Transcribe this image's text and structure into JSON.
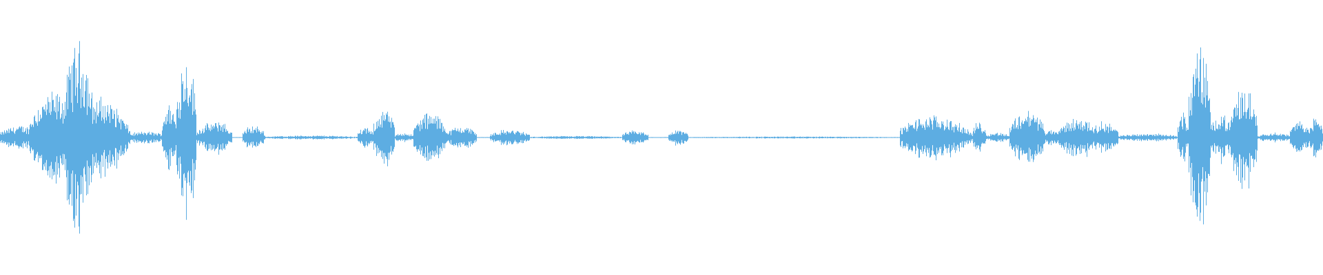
{
  "waveform": {
    "color": "#5DADE2",
    "background": "#ffffff",
    "amplitude_max": 1.0,
    "segments": [
      {
        "t0": 0.0,
        "t1": 0.03,
        "amp": 0.12
      },
      {
        "t0": 0.022,
        "t1": 0.06,
        "amp": 0.45
      },
      {
        "t0": 0.048,
        "t1": 0.07,
        "amp": 0.95
      },
      {
        "t0": 0.055,
        "t1": 0.095,
        "amp": 0.4
      },
      {
        "t0": 0.075,
        "t1": 0.098,
        "amp": 0.22
      },
      {
        "t0": 0.095,
        "t1": 0.125,
        "amp": 0.06
      },
      {
        "t0": 0.122,
        "t1": 0.133,
        "amp": 0.35
      },
      {
        "t0": 0.133,
        "t1": 0.148,
        "amp": 0.85
      },
      {
        "t0": 0.148,
        "t1": 0.175,
        "amp": 0.15
      },
      {
        "t0": 0.16,
        "t1": 0.172,
        "amp": 0.18
      },
      {
        "t0": 0.183,
        "t1": 0.2,
        "amp": 0.12
      },
      {
        "t0": 0.2,
        "t1": 0.27,
        "amp": 0.02
      },
      {
        "t0": 0.27,
        "t1": 0.282,
        "amp": 0.1
      },
      {
        "t0": 0.282,
        "t1": 0.298,
        "amp": 0.3
      },
      {
        "t0": 0.298,
        "t1": 0.312,
        "amp": 0.05
      },
      {
        "t0": 0.312,
        "t1": 0.338,
        "amp": 0.25
      },
      {
        "t0": 0.338,
        "t1": 0.36,
        "amp": 0.12
      },
      {
        "t0": 0.37,
        "t1": 0.4,
        "amp": 0.08
      },
      {
        "t0": 0.4,
        "t1": 0.47,
        "amp": 0.015
      },
      {
        "t0": 0.47,
        "t1": 0.49,
        "amp": 0.07
      },
      {
        "t0": 0.505,
        "t1": 0.52,
        "amp": 0.08
      },
      {
        "t0": 0.52,
        "t1": 0.68,
        "amp": 0.01
      },
      {
        "t0": 0.68,
        "t1": 0.73,
        "amp": 0.22
      },
      {
        "t0": 0.72,
        "t1": 0.735,
        "amp": 0.1
      },
      {
        "t0": 0.735,
        "t1": 0.745,
        "amp": 0.16
      },
      {
        "t0": 0.745,
        "t1": 0.763,
        "amp": 0.05
      },
      {
        "t0": 0.763,
        "t1": 0.79,
        "amp": 0.28
      },
      {
        "t0": 0.79,
        "t1": 0.8,
        "amp": 0.08
      },
      {
        "t0": 0.8,
        "t1": 0.83,
        "amp": 0.2
      },
      {
        "t0": 0.825,
        "t1": 0.845,
        "amp": 0.16
      },
      {
        "t0": 0.845,
        "t1": 0.89,
        "amp": 0.04
      },
      {
        "t0": 0.89,
        "t1": 0.898,
        "amp": 0.25
      },
      {
        "t0": 0.898,
        "t1": 0.915,
        "amp": 0.95
      },
      {
        "t0": 0.915,
        "t1": 0.93,
        "amp": 0.25
      },
      {
        "t0": 0.93,
        "t1": 0.95,
        "amp": 0.52
      },
      {
        "t0": 0.95,
        "t1": 0.975,
        "amp": 0.05
      },
      {
        "t0": 0.975,
        "t1": 0.99,
        "amp": 0.18
      },
      {
        "t0": 0.99,
        "t1": 1.0,
        "amp": 0.22
      }
    ]
  }
}
